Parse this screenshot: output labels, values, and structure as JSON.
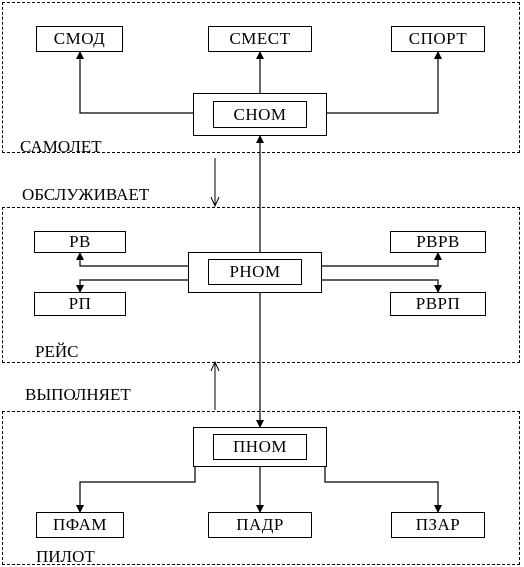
{
  "groups": {
    "samolet": {
      "label": "САМОЛЕТ"
    },
    "reis": {
      "label": "РЕЙС"
    },
    "pilot": {
      "label": "ПИЛОТ"
    }
  },
  "relations": {
    "obsluzhivaet": "ОБСЛУЖИВАЕТ",
    "vypolnyaet": "ВЫПОЛНЯЕТ"
  },
  "entities": {
    "snom": "СНОМ",
    "smod": "СМОД",
    "smest": "СМЕСТ",
    "sport": "СПОРТ",
    "rnom": "РНОМ",
    "rv": "РВ",
    "rp": "РП",
    "rvrv": "РВРВ",
    "rvrp": "РВРП",
    "pnom": "ПНОМ",
    "pfam": "ПФАМ",
    "padr": "ПАДР",
    "pzar": "ПЗАР"
  }
}
